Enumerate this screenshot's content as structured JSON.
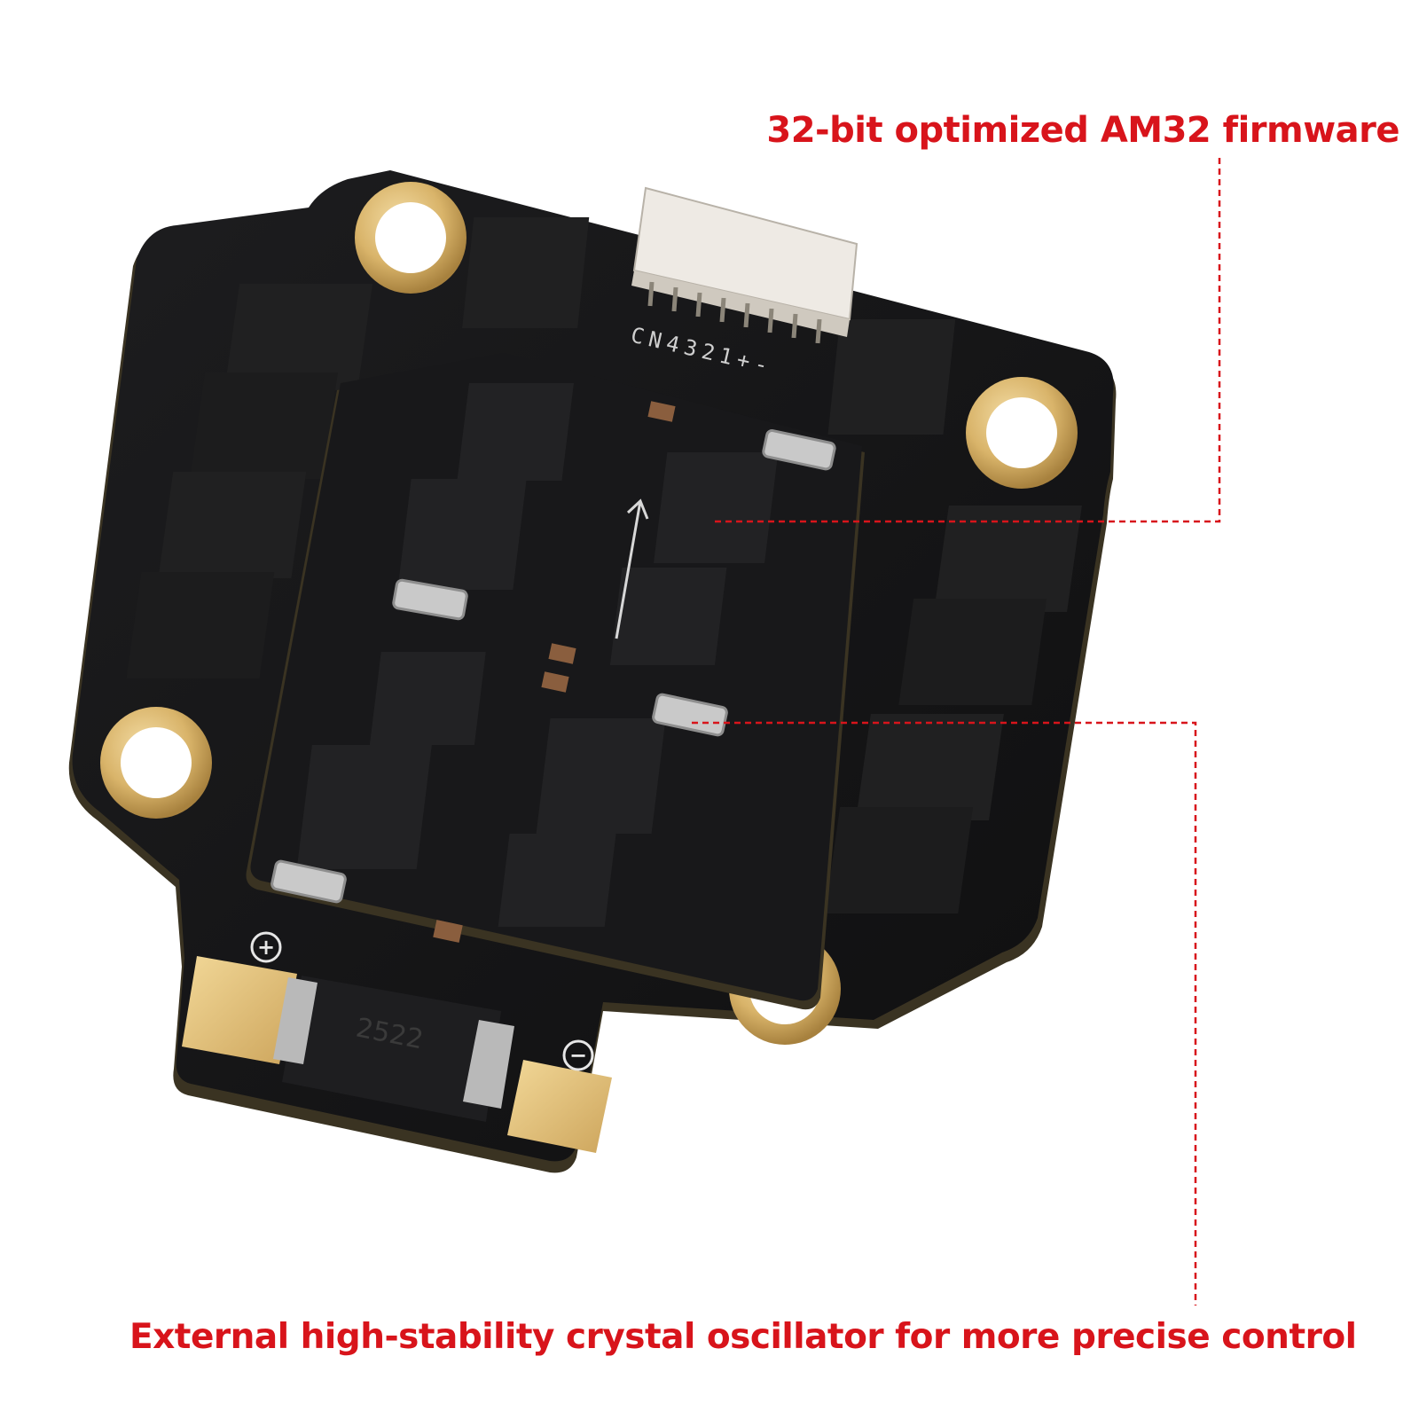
{
  "colors": {
    "accent": "#d8141b",
    "pcb": "#161617",
    "pcb_edge": "#3a3322",
    "gold": "#d9b46a",
    "chip": "#202021",
    "connector": "#eeeae4"
  },
  "board": {
    "silkscreen": {
      "connector_pins": "CN4321+-",
      "positive_pad": "+",
      "negative_pad": "−",
      "chip_marking": "2522"
    }
  },
  "callouts": {
    "firmware": "32-bit optimized AM32 firmware",
    "oscillator": "External high-stability crystal oscillator for more precise control"
  }
}
